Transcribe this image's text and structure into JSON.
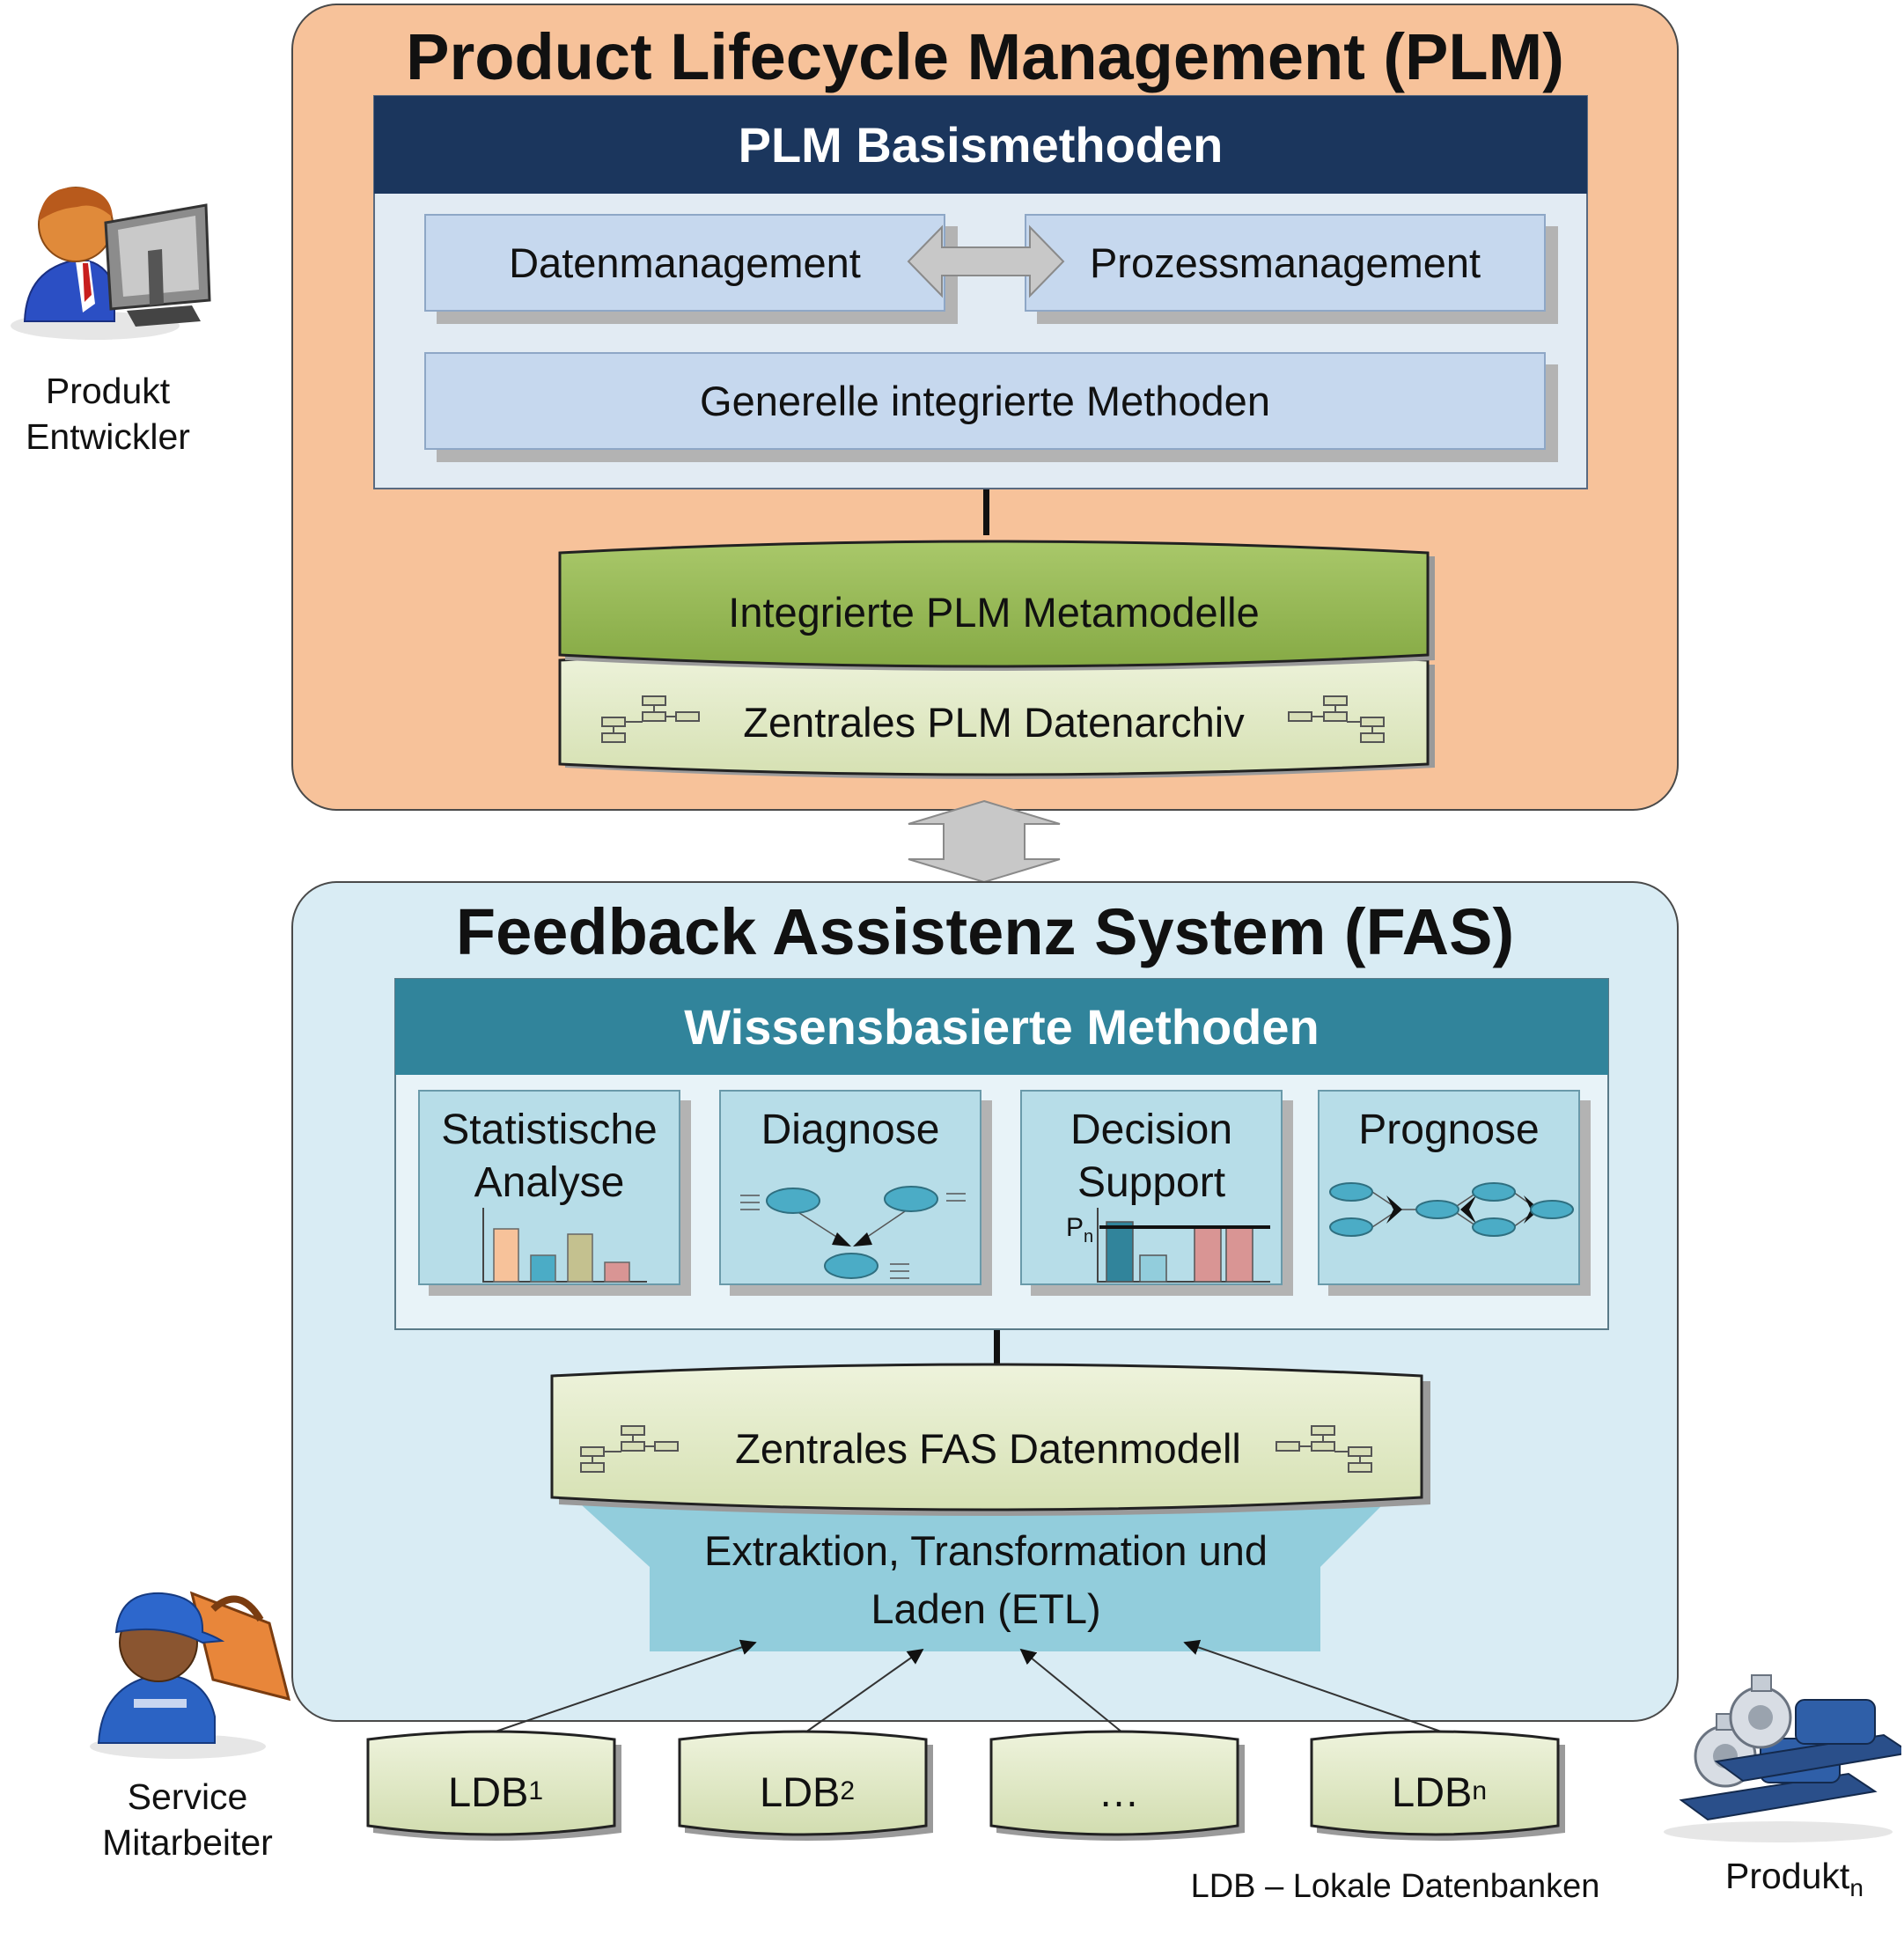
{
  "plm": {
    "title": "Product Lifecycle Management (PLM)",
    "basis_title": "PLM Basismethoden",
    "datenmanagement": "Datenmanagement",
    "prozessmanagement": "Prozessmanagement",
    "generelle": "Generelle integrierte Methoden",
    "metamodelle": "Integrierte PLM Metamodelle",
    "datenarchiv": "Zentrales PLM Datenarchiv"
  },
  "fas": {
    "title": "Feedback Assistenz System (FAS)",
    "methods_title": "Wissensbasierte Methoden",
    "statistische_line1": "Statistische",
    "statistische_line2": "Analyse",
    "diagnose": "Diagnose",
    "decision_line1": "Decision",
    "decision_line2": "Support",
    "decision_marker": "P",
    "decision_marker_sub": "n",
    "prognose": "Prognose",
    "datenmodell": "Zentrales FAS Datenmodell",
    "etl_line1": "Extraktion, Transformation und",
    "etl_line2": "Laden (ETL)"
  },
  "ldb": [
    {
      "base": "LDB",
      "sub": "1"
    },
    {
      "base": "LDB",
      "sub": "2"
    },
    {
      "base": "…",
      "sub": ""
    },
    {
      "base": "LDB",
      "sub": "n"
    }
  ],
  "legend": "LDB – Lokale Datenbanken",
  "actors": {
    "entwickler_line1": "Produkt",
    "entwickler_line2": "Entwickler",
    "service_line1": "Service",
    "service_line2": "Mitarbeiter",
    "produkt_base": "Produkt",
    "produkt_sub": "n"
  },
  "colors": {
    "plm_panel": "#f7c29a",
    "plm_header": "#1b365d",
    "fas_panel": "#d9ecf4",
    "fas_header": "#31849b",
    "metamodel_green": "#9bbb59",
    "archive_green": "#dfe7c3",
    "etl_blue": "#92cddc"
  }
}
